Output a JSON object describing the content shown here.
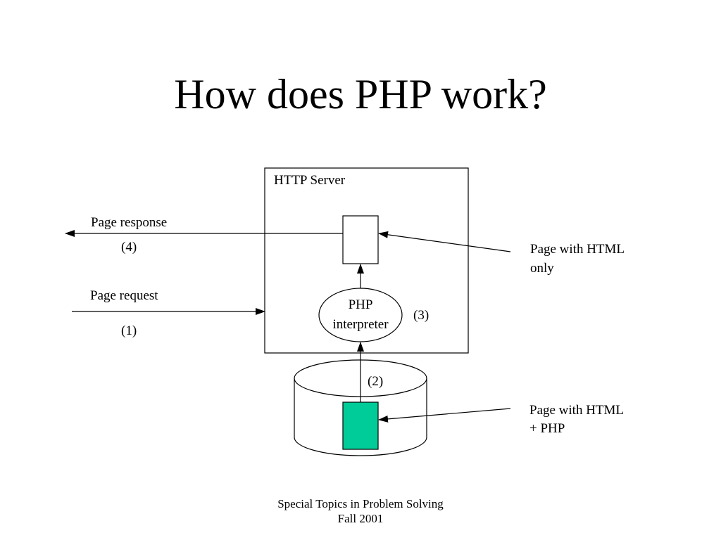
{
  "slide": {
    "title": "How does PHP work?"
  },
  "diagram": {
    "server_label": "HTTP Server",
    "interpreter_label_line1": "PHP",
    "interpreter_label_line2": "interpreter",
    "response_label": "Page response",
    "response_step": "(4)",
    "request_label": "Page request",
    "request_step": "(1)",
    "db_step": "(2)",
    "interpreter_step": "(3)",
    "html_only_line1": "Page with HTML",
    "html_only_line2": "only",
    "html_php_line1": "Page with HTML",
    "html_php_line2": "+ PHP",
    "colors": {
      "source_page_fill": "#00cc99",
      "output_page_fill": "#ffffff",
      "stroke": "#000000"
    }
  },
  "footer": {
    "line1": "Special Topics in Problem Solving",
    "line2": "Fall 2001"
  }
}
